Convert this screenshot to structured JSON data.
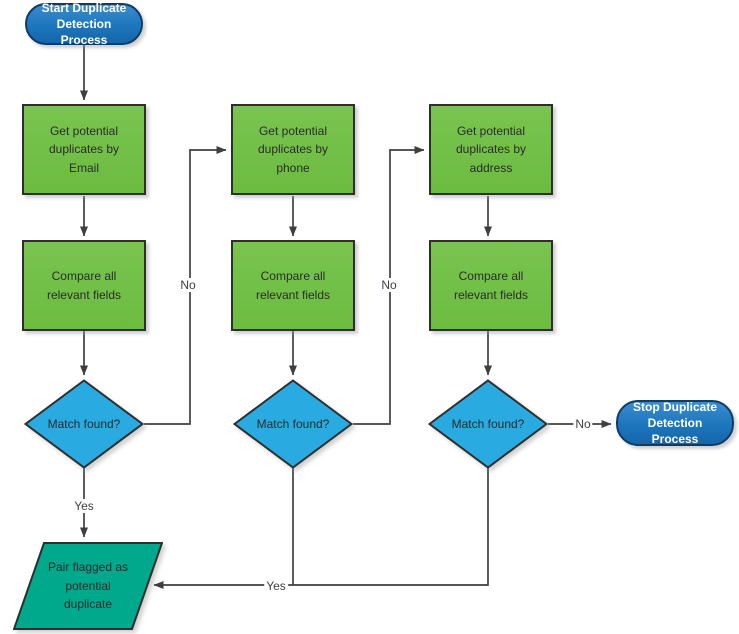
{
  "flowchart": {
    "title_implicit": "Duplicate Detection Process flowchart",
    "colors": {
      "terminator_fill": "#1C75BC",
      "terminator_border": "#0D3C66",
      "process_fill": "#70BE45",
      "decision_fill": "#29ABE2",
      "data_fill": "#00A88C",
      "shape_border": "#2E2E2E",
      "connector": "#404040",
      "text_dark": "#2B2B2B",
      "text_light": "#FFFFFF",
      "background": "#FFFFFF"
    },
    "nodes": {
      "start": "Start Duplicate Detection Process",
      "get_email": "Get potential duplicates by Email",
      "compare1": "Compare all relevant fields",
      "decision1": "Match found?",
      "get_phone": "Get potential duplicates by phone",
      "compare2": "Compare all relevant fields",
      "decision2": "Match found?",
      "get_address": "Get potential duplicates by address",
      "compare3": "Compare all relevant fields",
      "decision3": "Match found?",
      "flag": "Pair flagged as potential duplicate",
      "stop": "Stop Duplicate Detection Process"
    },
    "edge_labels": {
      "no1": "No",
      "no2": "No",
      "no3": "No",
      "yes1": "Yes",
      "yes2": "Yes"
    }
  }
}
